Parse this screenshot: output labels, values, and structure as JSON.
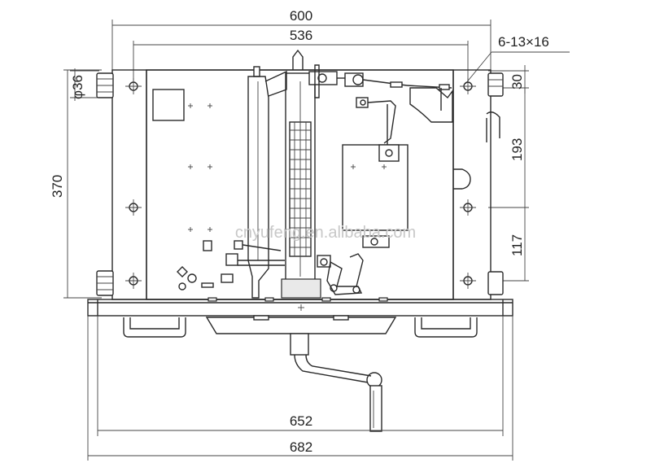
{
  "dimensions": {
    "width_600": "600",
    "width_536": "536",
    "holes": "6-13×16",
    "dia_36": "φ36",
    "height_370": "370",
    "dim_30": "30",
    "dim_193": "193",
    "dim_117": "117",
    "width_652": "652",
    "width_682": "682"
  },
  "watermark": "cnyufeng.en.alibaba.com"
}
